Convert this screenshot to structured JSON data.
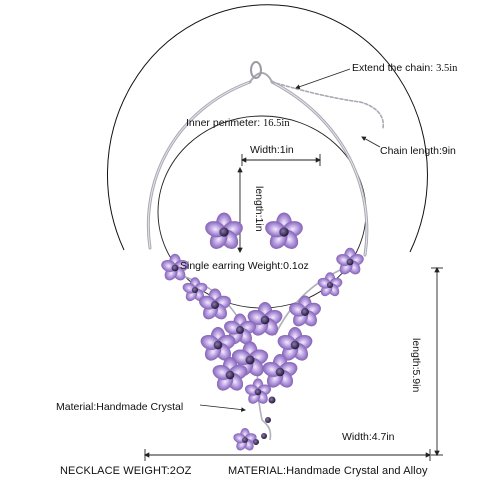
{
  "labels": {
    "extend_chain": "Extend the chain:",
    "extend_chain_value": "3.5in",
    "inner_perimeter": "Inner perimeter:",
    "inner_perimeter_value": "16.5in",
    "chain_length": "Chain length:9in",
    "earring_width": "Width:1in",
    "earring_length": "length:1in",
    "earring_weight": "Single earring Weight:0.1oz",
    "material_crystal": "Material:Handmade Crystal",
    "pendant_length": "length:5.9in",
    "pendant_width": "Width:4.7in",
    "necklace_weight": "NECKLACE WEIGHT:2OZ",
    "material_full": "MATERIAL:Handmade Crystal and Alloy"
  },
  "colors": {
    "petal_light": "#c9b3e6",
    "petal_mid": "#9b7cc9",
    "petal_dark": "#6a4aa0",
    "center": "#3a2a5a",
    "metal": "#b8b8c0",
    "line": "#222222"
  }
}
